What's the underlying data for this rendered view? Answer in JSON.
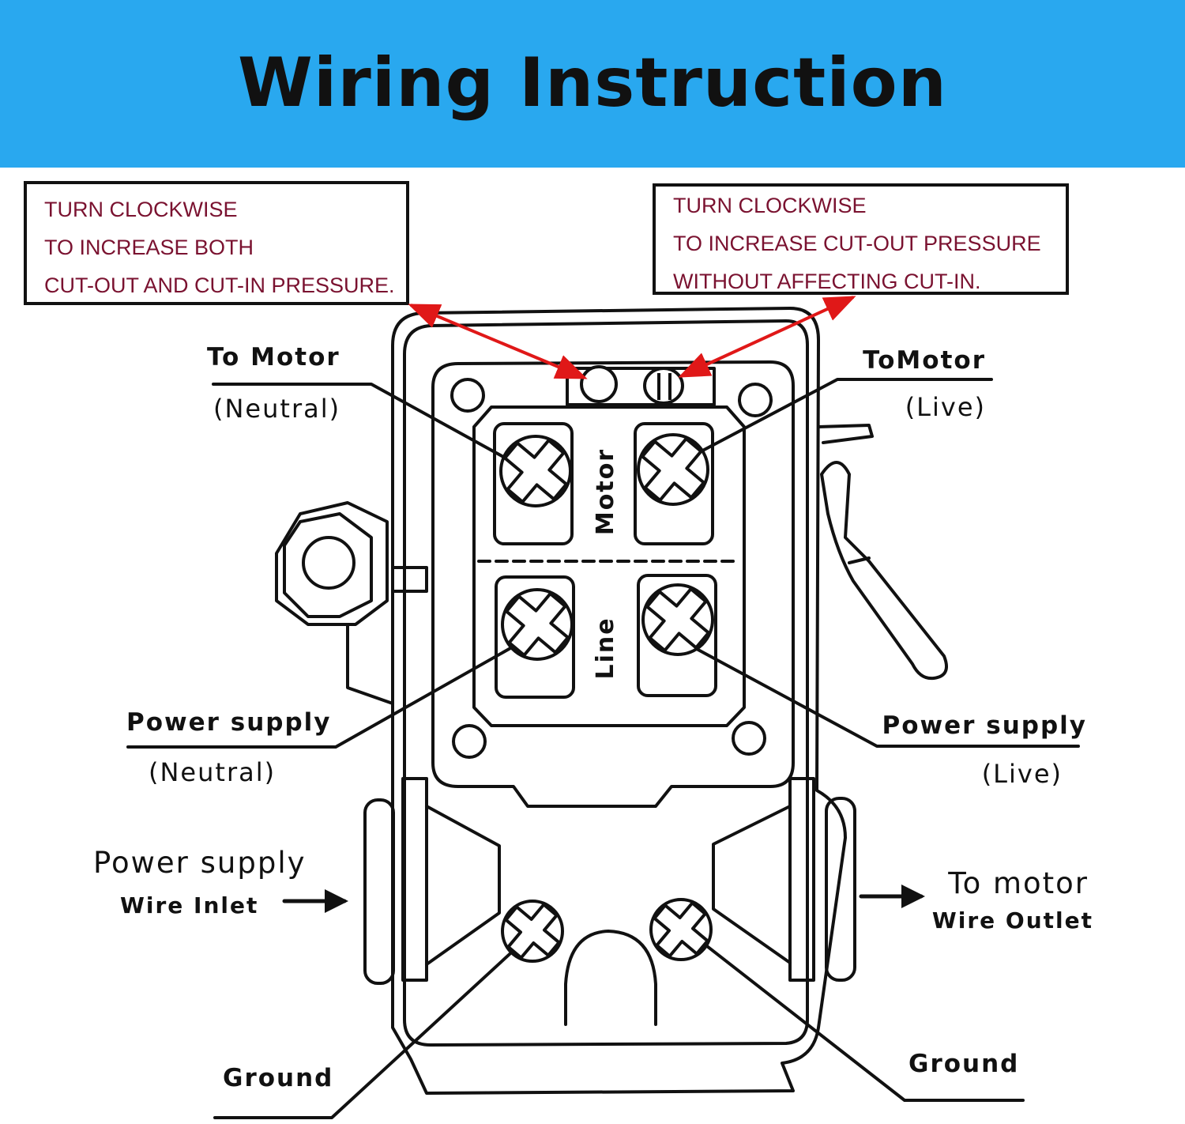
{
  "colors": {
    "banner": "#29a8ef",
    "note_text": "#7a1230",
    "arrow": "#e01818",
    "ink": "#111111"
  },
  "header": {
    "title": "Wiring Instruction"
  },
  "notes": {
    "left": {
      "line1": "TURN CLOCKWISE",
      "line2": "TO INCREASE BOTH",
      "line3": "CUT-OUT AND CUT-IN PRESSURE."
    },
    "right": {
      "line1": "TURN CLOCKWISE",
      "line2": "TO INCREASE CUT-OUT PRESSURE",
      "line3": "WITHOUT AFFECTING CUT-IN."
    }
  },
  "switch_labels": {
    "motor": "Motor",
    "line": "Line"
  },
  "labels": {
    "to_motor_neutral": {
      "title": "To Motor",
      "sub": "(Neutral)"
    },
    "to_motor_live": {
      "title": "ToMotor",
      "sub": "(Live)"
    },
    "power_supply_neutral": {
      "title": "Power supply",
      "sub": "(Neutral)"
    },
    "power_supply_live": {
      "title": "Power supply",
      "sub": "(Live)"
    },
    "wire_inlet": {
      "title": "Power supply",
      "sub": "Wire Inlet"
    },
    "wire_outlet": {
      "title": "To motor",
      "sub": "Wire Outlet"
    },
    "ground_left": "Ground",
    "ground_right": "Ground"
  }
}
